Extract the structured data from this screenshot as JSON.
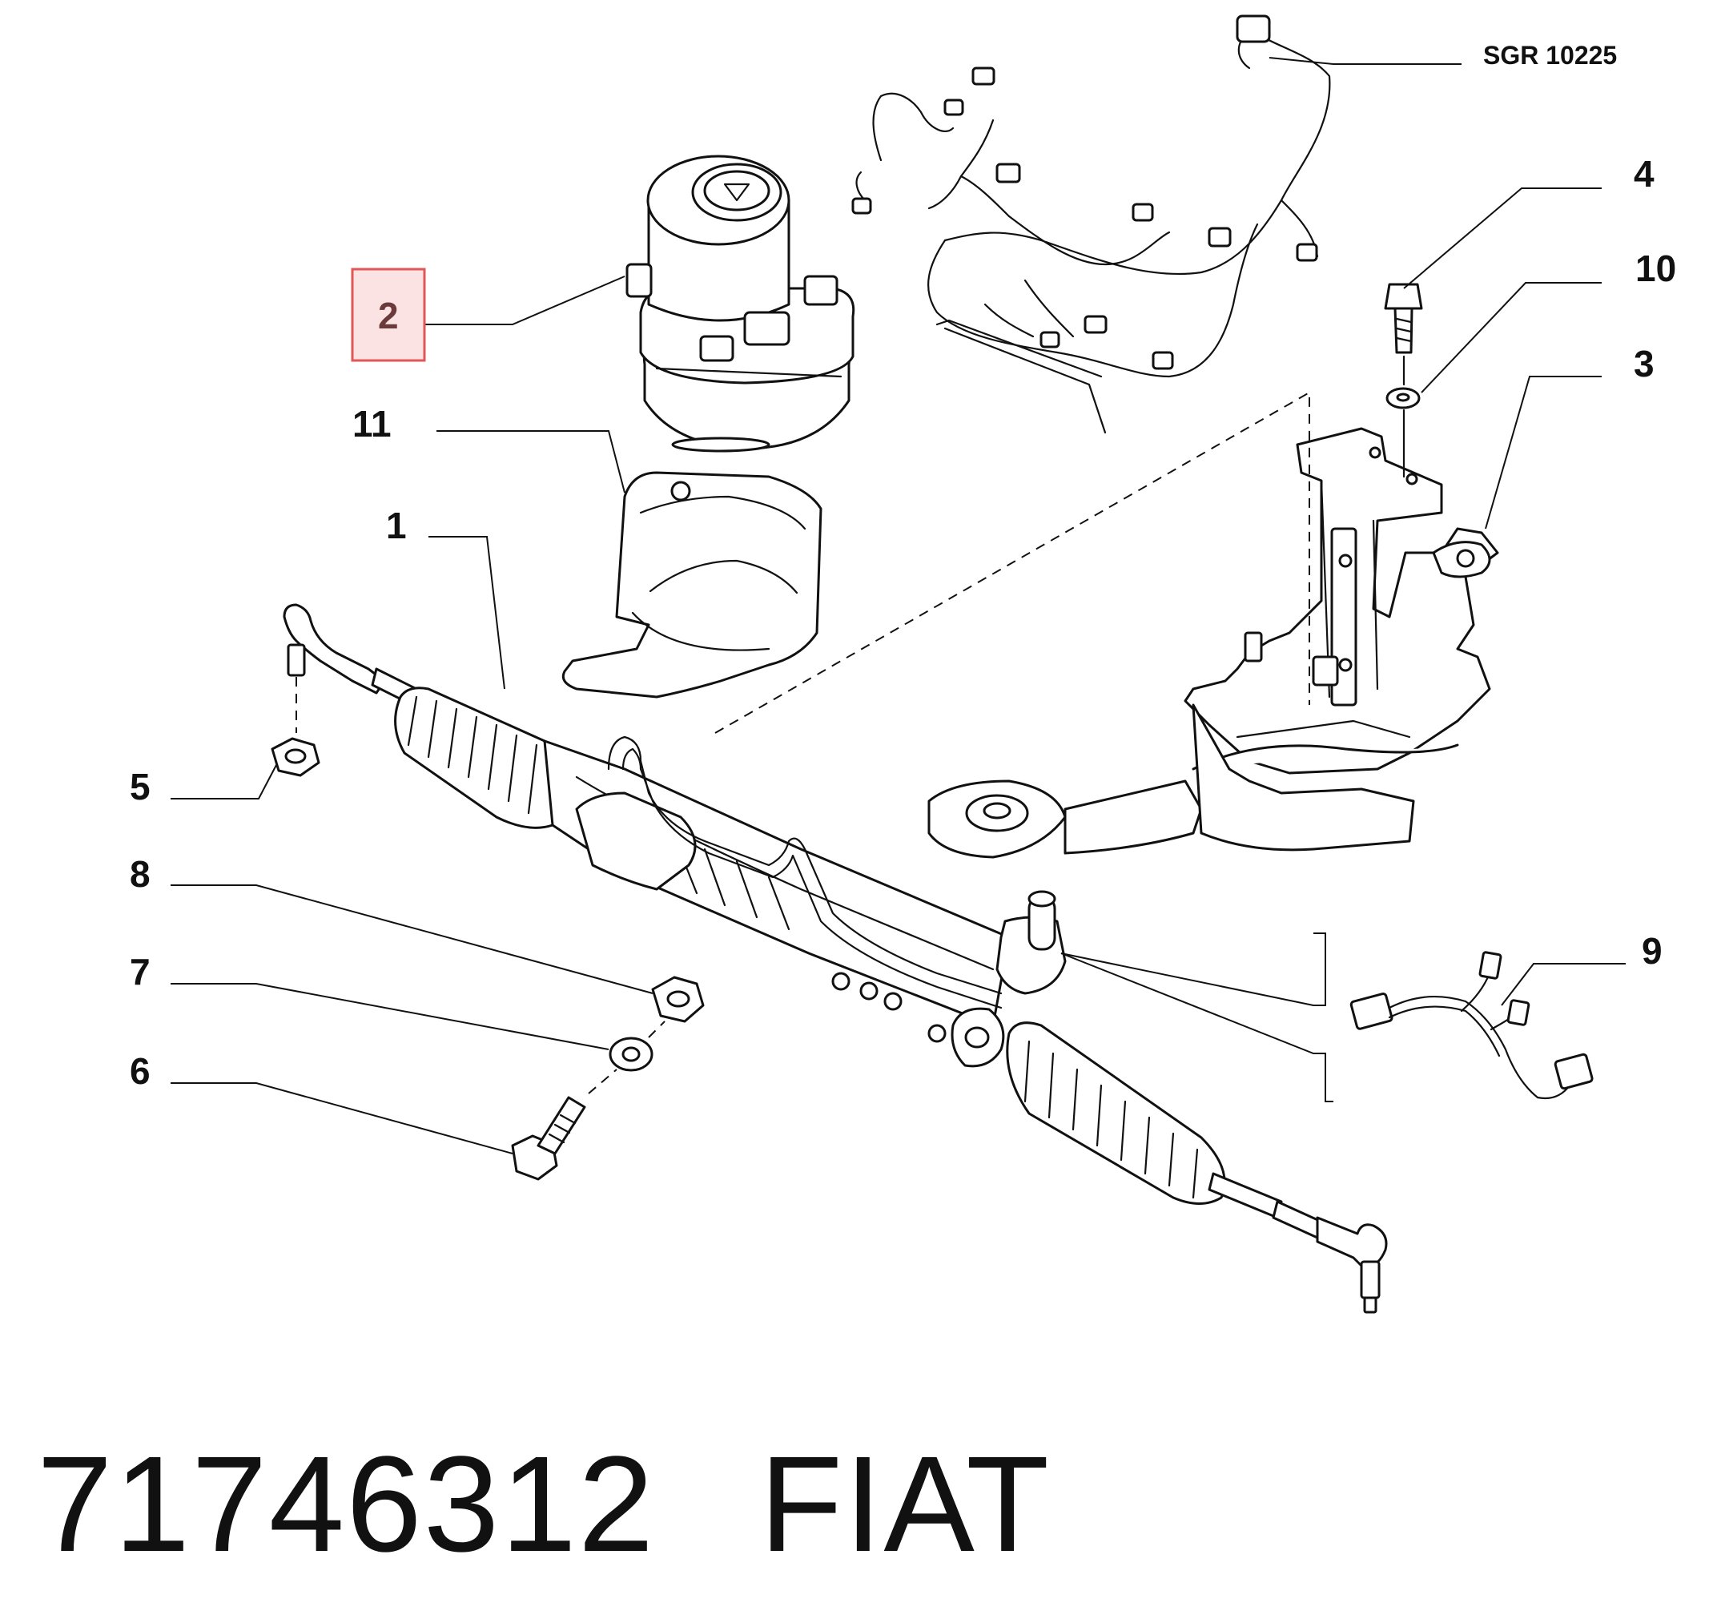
{
  "diagram": {
    "reference_code": "SGR 10225",
    "callouts": {
      "c1": "1",
      "c2": "2",
      "c3": "3",
      "c4": "4",
      "c5": "5",
      "c6": "6",
      "c7": "7",
      "c8": "8",
      "c9": "9",
      "c10": "10",
      "c11": "11"
    },
    "highlighted_callout": "2",
    "highlight_color": "#fbe3e3"
  },
  "footer": {
    "part_number": "71746312",
    "brand": "FIAT"
  }
}
